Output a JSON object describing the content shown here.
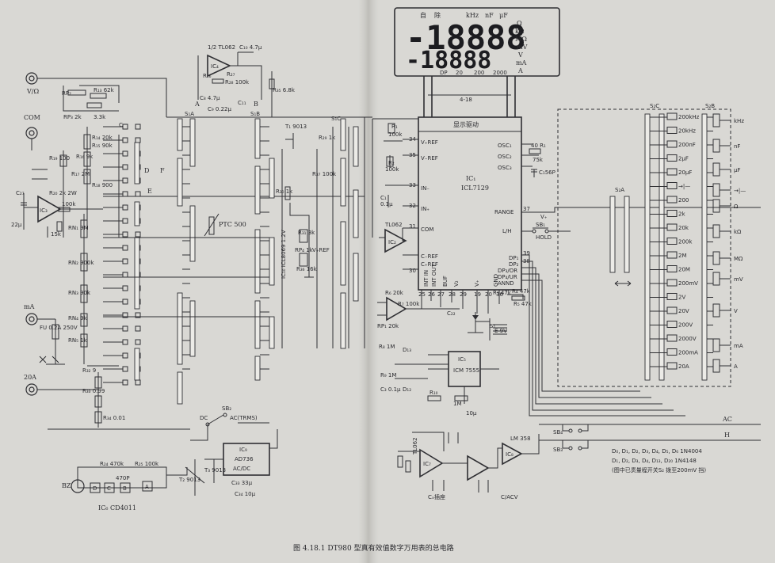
{
  "lcd": {
    "top_indicators": [
      "自",
      "除",
      "kHz",
      "nF",
      "μF"
    ],
    "digits_main": "-18888",
    "digits_sub": "-18888",
    "range_marks": [
      "DP",
      "20",
      "200",
      "2000"
    ],
    "units": [
      "Ω",
      "kΩ",
      "MΩ",
      "mV",
      "V",
      "mA",
      "A"
    ],
    "ref": "4-18"
  },
  "driver": {
    "title": "显示驱动"
  },
  "ic1": {
    "name": "IC₁",
    "part": "ICL7129",
    "pins_left": [
      {
        "num": "34",
        "label": "V₊REF"
      },
      {
        "num": "35",
        "label": "V₋REF"
      },
      {
        "num": "33",
        "label": "IN₋"
      },
      {
        "num": "32",
        "label": "IN₊"
      },
      {
        "num": "31",
        "label": "COM"
      },
      {
        "num": "30",
        "label": "C₋REF"
      },
      {
        "num": "",
        "label": "C₊REF"
      }
    ],
    "pins_right": [
      {
        "num": "",
        "label": "OSC₁"
      },
      {
        "num": "",
        "label": "OSC₂"
      },
      {
        "num": "",
        "label": "OSC₃"
      },
      {
        "num": "37",
        "label": "RANGE"
      },
      {
        "num": "",
        "label": "L/H"
      },
      {
        "num": "39",
        "label": "DP₁"
      },
      {
        "num": "38",
        "label": "DP₂"
      },
      {
        "num": "",
        "label": "DP₃/OR"
      },
      {
        "num": "",
        "label": "DP₄/UR"
      },
      {
        "num": "",
        "label": "ANND"
      }
    ],
    "pins_bottom": [
      "25",
      "26",
      "27",
      "28",
      "29",
      "19",
      "20",
      "36"
    ],
    "bottom_labels": [
      "INT IN",
      "INT OUT",
      "BUF",
      "V₂",
      "V₊",
      "GND"
    ]
  },
  "terminals": {
    "v_ohm": "V/Ω",
    "com": "COM",
    "ma": "mA",
    "a20": "20A"
  },
  "left_components": {
    "rp2": "RP₂",
    "r13": "R₁₃ 62k",
    "rp3": "RP₃ 2k",
    "r3": "3.3k",
    "r14": "R₁₄ 20k",
    "r15": "R₁₅ 90k",
    "r16": "R₁₆ 9k",
    "r17": "R₁₇ 2M",
    "r18": "R₁₈ 900",
    "r19": "R₁₉ 100",
    "r20": "R₂₀ 2k 2W",
    "c27": "C₂₇",
    "c27v": "22μ",
    "ic3": "IC₃",
    "r100k": "100k",
    "r15k": "15k",
    "rn1": "RN₁ 9M",
    "rn2": "RN₂ 900k",
    "rn3": "RN₃ 90k",
    "rn4": "RN₄ 9k",
    "rn5": "RN₅ 1k",
    "fu": "FU 0.2A 250V",
    "r32": "R₃₂ 9",
    "r33": "R₃₃ 0.99",
    "r34": "R₃₄ 0.01",
    "d": "D",
    "e": "E",
    "f": "F",
    "c": "C"
  },
  "top_center": {
    "tl062": "1/2 TL062",
    "ic4": "IC₄",
    "c10": "C₁₀ 4.7μ",
    "r26": "R₂₆",
    "r27": "R₂₇",
    "r28": "R₂₈ 100k",
    "c8": "C₈ 4.7μ",
    "c9": "C₉ 0.22μ",
    "c11": "C₁₁",
    "r35": "R₃₅ 6.8k",
    "s1a": "S₁A",
    "s1b": "S₁B",
    "s1c": "S₁C",
    "a": "A",
    "b": "B",
    "t1": "T₁ 9013",
    "r29": "R₂₉ 1k"
  },
  "center_components": {
    "ptc": "PTC 500",
    "ic10": "IC₁₀ ICL8069 1.2V",
    "r30": "R₃₀ 1k",
    "r31": "R₃₁ 3k",
    "rp4": "RP₄ 1k",
    "r36": "R₃₆ 16k",
    "r37": "R₃₇ 100k",
    "vref": "V₊REF",
    "sb2": "SB₂",
    "ac_trms": "AC(TRMS)",
    "dc": "DC",
    "ic9": "IC₉",
    "ad736": "AD736",
    "acdc": "AC/DC",
    "t2": "T₂ 9013",
    "t3": "T₃ 9013",
    "c33": "C₃₃ 33μ",
    "c34": "C₃₄ 10μ"
  },
  "ic6": {
    "name": "IC₆ CD4011",
    "r24": "R₂₄ 470k",
    "r25": "R₂₅ 100k",
    "c": "470P",
    "bz": "BZ",
    "gates": [
      "D",
      "C",
      "B",
      "A"
    ]
  },
  "right_panel": {
    "s2a": "S₂A",
    "s2b": "S₂B",
    "s2c": "S₂C",
    "ranges": [
      "200kHz",
      "20kHz",
      "200nF",
      "2μF",
      "20μF",
      "→|—",
      "200",
      "2k",
      "20k",
      "200k",
      "2M",
      "20M",
      "200mV",
      "2V",
      "20V",
      "200V",
      "2000V",
      "200mA",
      "20A"
    ],
    "units": [
      "kHz",
      "nF",
      "μF",
      "→|—",
      "Ω",
      "kΩ",
      "MΩ",
      "mV",
      "V",
      "mA",
      "A"
    ],
    "ac": "AC",
    "h": "H",
    "sb3": "SB₃",
    "sb4": "SB₄",
    "hold": "HOLD",
    "sb1": "SB₁"
  },
  "lower_center": {
    "ic2": "IC₂",
    "tl062": "TL062",
    "r6": "R₆ 20k",
    "r7": "R₇ 100k",
    "rp1": "RP₁ 20k",
    "r5": "R₅ 47k",
    "c22": "C₂₂",
    "e9v": "E 9V",
    "s1": "S₁",
    "ic5": "IC₅",
    "icm7555": "ICM 7555",
    "r8": "R₈ 1M",
    "r9": "R₉ 1M",
    "c3": "C₃ 0.1μ",
    "c10b": "10μ",
    "ic7": "IC₇",
    "tl062b": "TL062",
    "ic8": "IC₈",
    "lm358": "LM 358",
    "cx": "Cₓ插座",
    "cacv": "C/ACV",
    "d12": "D₁₂",
    "d13": "D₁₃"
  },
  "legend": {
    "line1": "D₀, D₁, D₂, D₃, D₄, D₅, D₆  1N4004",
    "line2": "D₁, D₂, D₃, D₄, D₁₃, D₂₀  1N4148",
    "line3": "(图中已贯量程开关S₂ 拨至200mV 挡)"
  },
  "caption": "图 4.18.1   DT980 型真有效值数字万用表的总电路"
}
